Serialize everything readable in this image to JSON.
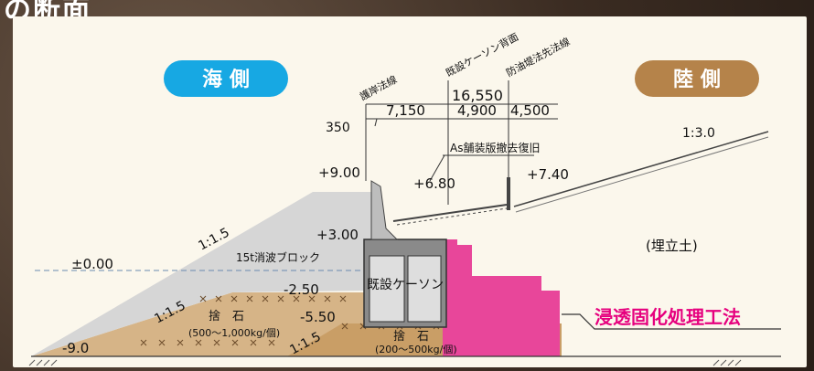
{
  "title_fragment": "の断面",
  "side_labels": {
    "sea": "海 側",
    "land": "陸 側"
  },
  "colors": {
    "sea_pill": "#17a8e3",
    "land_pill": "#b5834a",
    "treatment": "#e8469a",
    "treatment_text": "#e6007e"
  },
  "lines": {
    "revetment": "護岸法線",
    "caisson_back": "既設ケーソン背面",
    "oil_dike": "防油堤法先法線"
  },
  "dims": {
    "total": "16,550",
    "d350": "350",
    "d7150": "7,150",
    "d4900": "4,900",
    "d4500": "4,500"
  },
  "pavement": "As舗装版撤去復旧",
  "slope_land": "1:3.0",
  "elevations": {
    "e900": "+9.00",
    "e680": "+6.80",
    "e740": "+7.40",
    "e300": "+3.00",
    "e000": "±0.00",
    "em250": "-2.50",
    "em550": "-5.50",
    "em900": "-9.0"
  },
  "slopes": {
    "s1": "1:1.5",
    "s2": "1:1.5",
    "s3": "1:1.5"
  },
  "block": "15t消波ブロック",
  "caisson": "既設ケーソン",
  "rubble1": {
    "name": "捨　石",
    "spec": "(500〜1,000kg/個)"
  },
  "rubble2": {
    "name": "捨　石",
    "spec": "(200〜500kg/個)"
  },
  "fill": "(埋立土)",
  "method": "浸透固化処理工法"
}
